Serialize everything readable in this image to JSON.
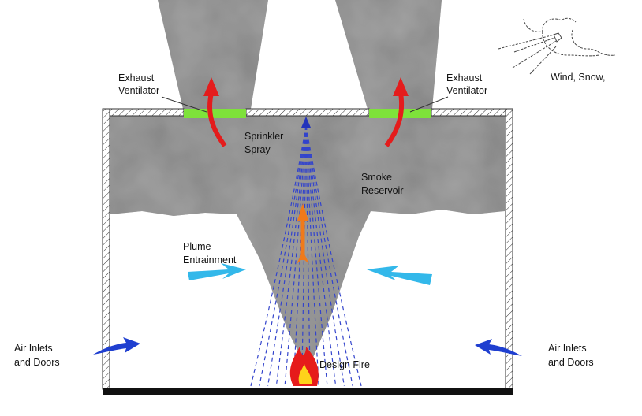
{
  "labels": {
    "exhaust_left": [
      "Exhaust",
      "Ventilator"
    ],
    "exhaust_right": [
      "Exhaust",
      "Ventilator"
    ],
    "sprinkler": [
      "Sprinkler",
      "Spray"
    ],
    "smoke": [
      "Smoke",
      "Reservoir"
    ],
    "plume": [
      "Plume",
      "Entrainment"
    ],
    "air_left": [
      "Air Inlets",
      "and Doors"
    ],
    "air_right": [
      "Air Inlets",
      "and Doors"
    ],
    "fire": "Design Fire",
    "weather": "Wind, Snow,"
  },
  "colors": {
    "smoke": "#6e6e6e",
    "vent": "#7ee23a",
    "exhaust_arrow": "#e41c1c",
    "plume_arrow": "#f07a1a",
    "entrainment_arrow": "#33b8ea",
    "inlet_arrow": "#1f3fd0",
    "sprinkler": "#3344cc",
    "floor": "#111111"
  }
}
